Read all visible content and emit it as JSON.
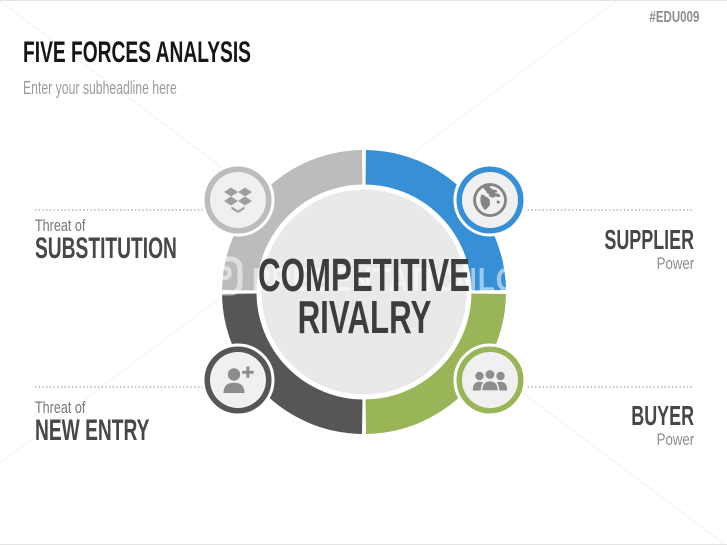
{
  "slide": {
    "code": "#EDU009",
    "title": "FIVE FORCES ANALYSIS",
    "subtitle": "Enter your subheadline here",
    "watermark_text": "PRESENTATIONLOAD"
  },
  "diagram": {
    "center_line1": "COMPETITIVE",
    "center_line2": "RIVALRY",
    "colors": {
      "substitution_gray": "#bcbcbc",
      "supplier_blue": "#3790d6",
      "new_entry_dark_gray": "#565656",
      "buyer_green": "#9ab557",
      "center_fill": "#e9e9e9",
      "satellite_fill": "#f0f0f0",
      "icon_gray": "#8d8d8d"
    },
    "forces": [
      {
        "prefix": "Threat of",
        "label": "SUBSTITUTION",
        "icon": "dropbox-icon",
        "color": "#bcbcbc",
        "position": "top-left"
      },
      {
        "label": "SUPPLIER",
        "suffix": "Power",
        "icon": "globe-icon",
        "color": "#3790d6",
        "position": "top-right"
      },
      {
        "prefix": "Threat of",
        "label": "NEW ENTRY",
        "icon": "user-plus-icon",
        "color": "#565656",
        "position": "bottom-left"
      },
      {
        "label": "BUYER",
        "suffix": "Power",
        "icon": "users-icon",
        "color": "#9ab557",
        "position": "bottom-right"
      }
    ]
  }
}
